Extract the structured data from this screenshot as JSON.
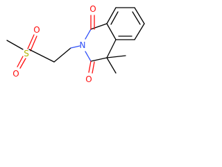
{
  "atoms": {
    "o_top": "O",
    "o_bottom": "O",
    "n_ring": "N",
    "s_sulfonyl": "S",
    "o_sulfonyl_upper": "O",
    "o_sulfonyl_lower": "O"
  },
  "colors": {
    "bond": "#000000",
    "oxygen": "#ff0d0d",
    "nitrogen": "#3050f8",
    "sulfur": "#b2b200",
    "background": "#ffffff"
  }
}
